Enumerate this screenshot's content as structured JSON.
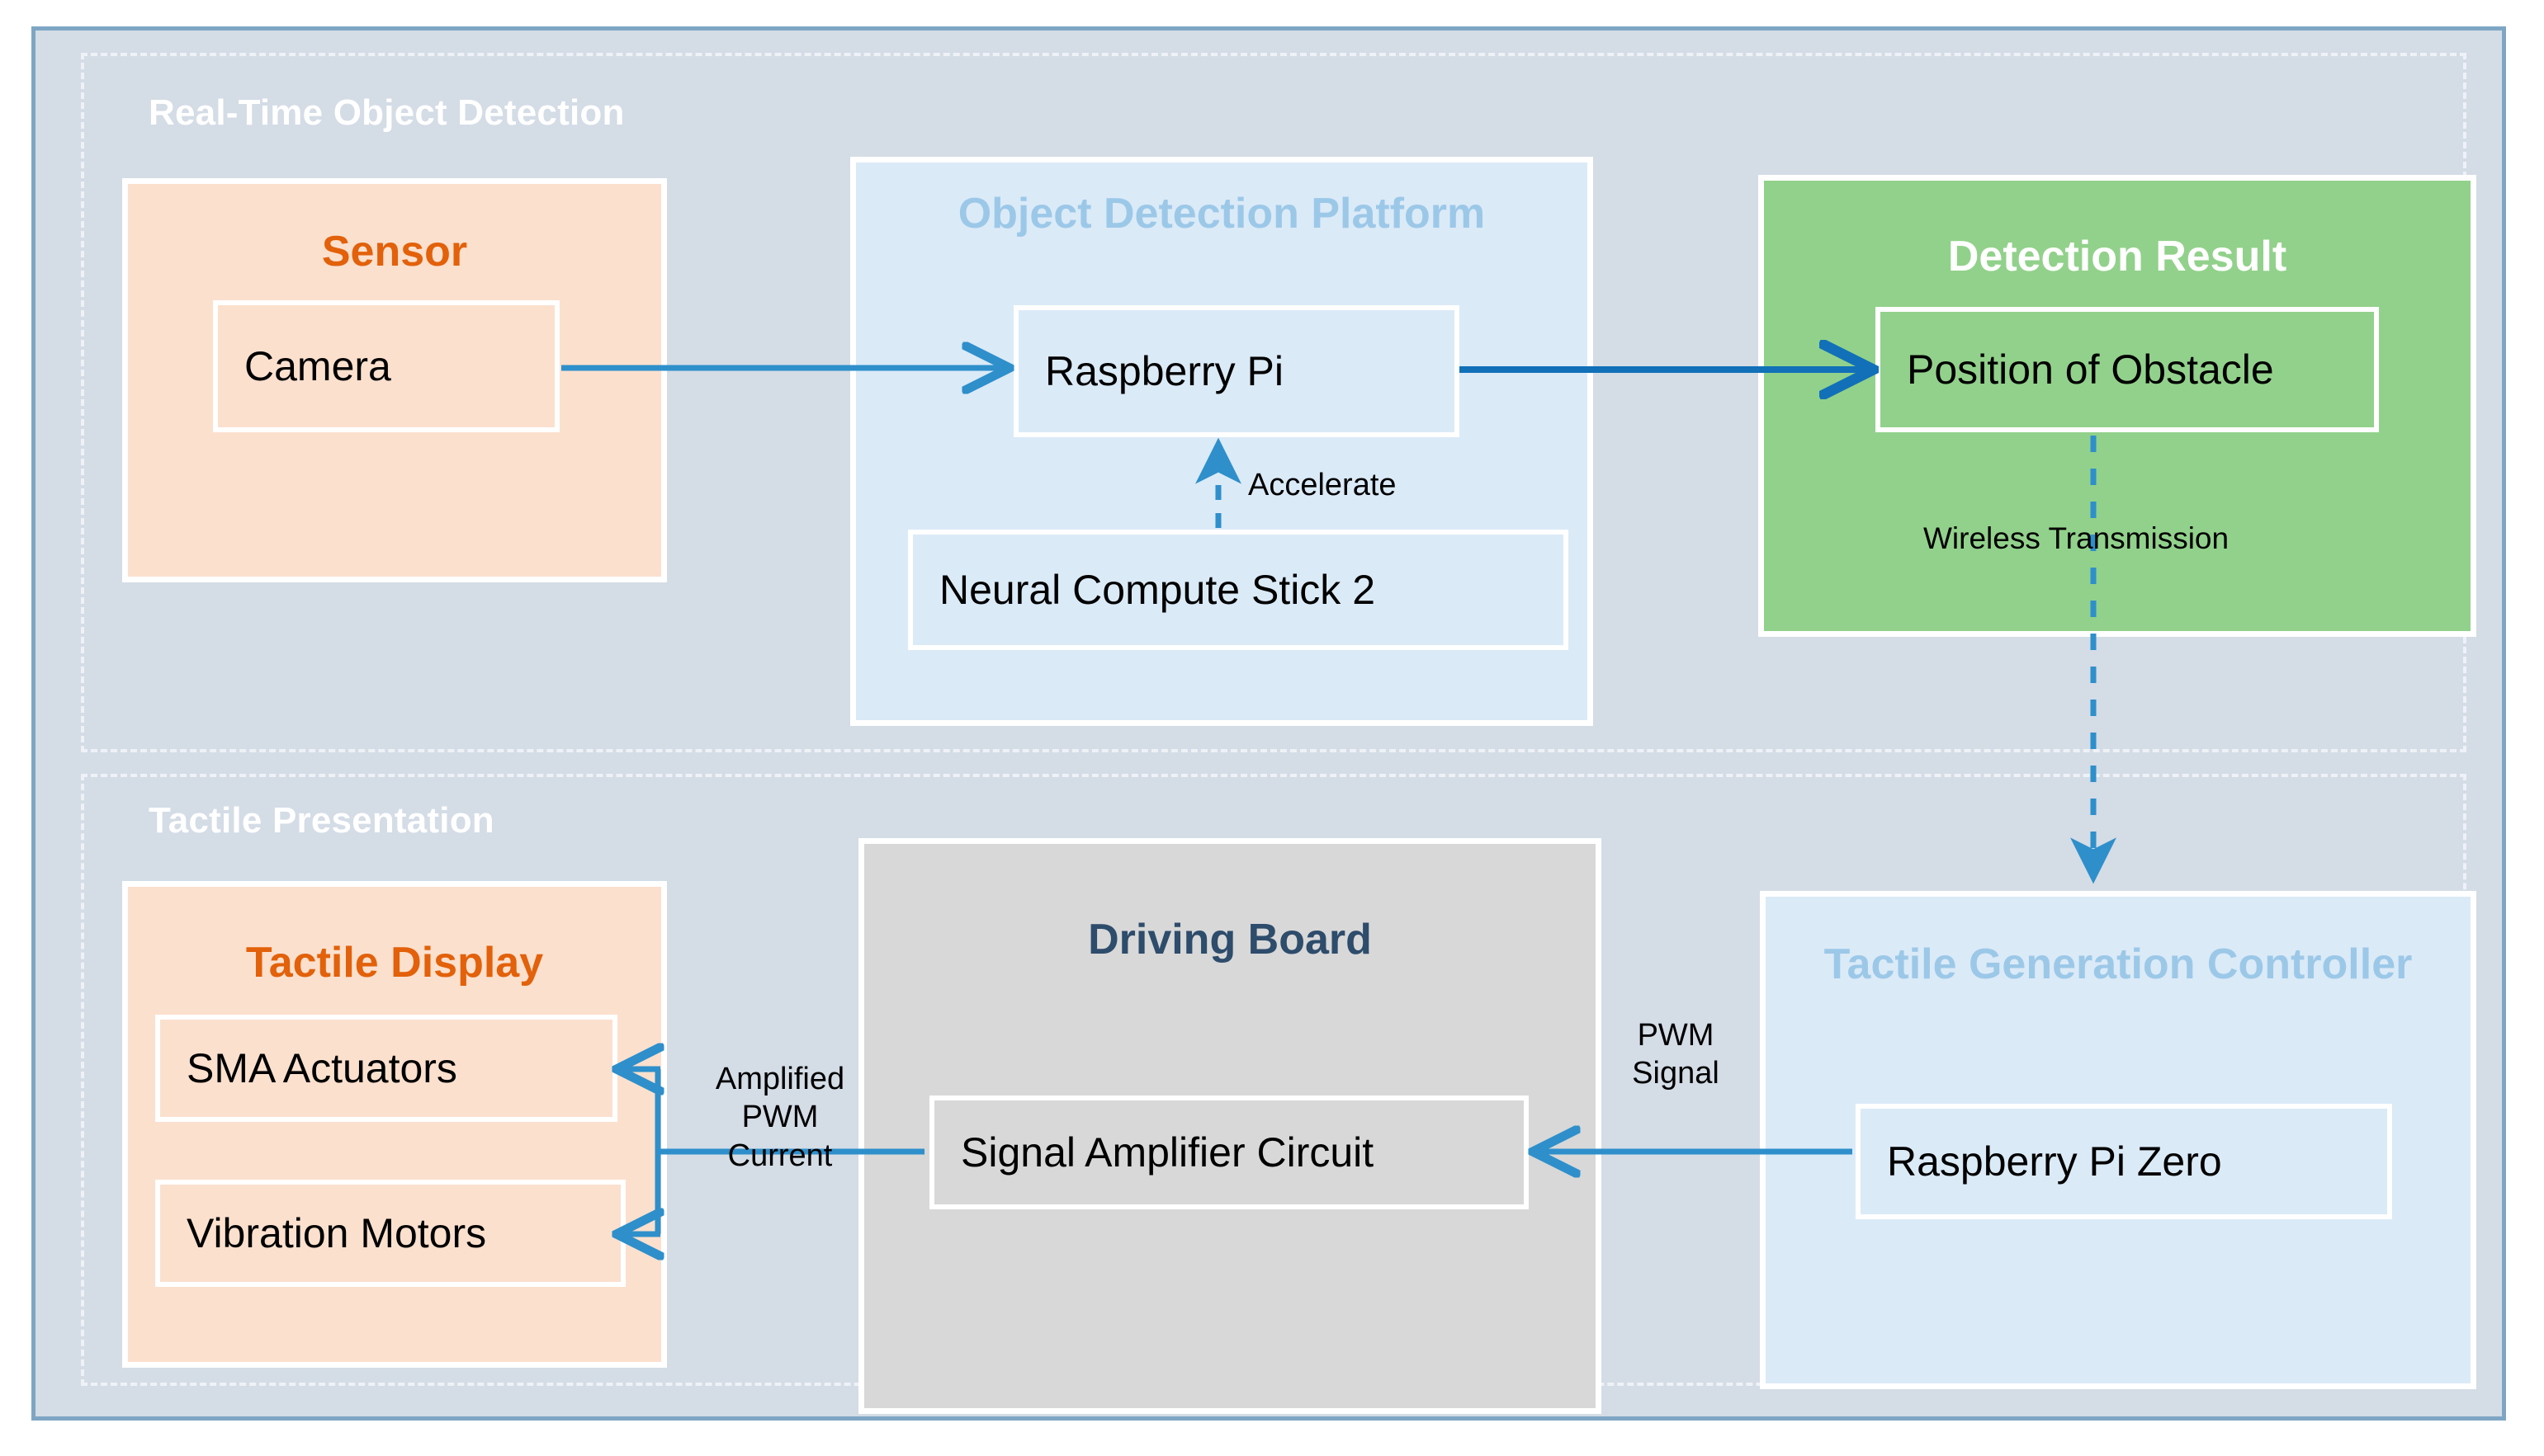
{
  "diagram": {
    "groups": [
      {
        "id": "detection",
        "title": "Real-Time Object Detection"
      },
      {
        "id": "tactile",
        "title": "Tactile Presentation"
      }
    ],
    "panels": [
      {
        "id": "sensor",
        "title": "Sensor",
        "color": "#FBE0CE",
        "title_color": "#E2610A"
      },
      {
        "id": "platform",
        "title": "Object Detection Platform",
        "color": "#DBEAF7",
        "title_color": "#9CC8E8"
      },
      {
        "id": "result",
        "title": "Detection Result",
        "color": "#92D18B",
        "title_color": "#FFFFFF"
      },
      {
        "id": "display",
        "title": "Tactile Display",
        "color": "#FBE0CE",
        "title_color": "#E2610A"
      },
      {
        "id": "driving",
        "title": "Driving Board",
        "color": "#D8D8D8",
        "title_color": "#2E4C6B"
      },
      {
        "id": "controller",
        "title": "Tactile Generation Controller",
        "color": "#DBEAF7",
        "title_color": "#9CC8E8"
      }
    ],
    "nodes": [
      {
        "id": "camera",
        "label": "Camera"
      },
      {
        "id": "rpi",
        "label": "Raspberry Pi"
      },
      {
        "id": "ncs2",
        "label": "Neural Compute Stick 2"
      },
      {
        "id": "position",
        "label": "Position of Obstacle"
      },
      {
        "id": "sma",
        "label": "SMA Actuators"
      },
      {
        "id": "vibration",
        "label": "Vibration Motors"
      },
      {
        "id": "amplifier",
        "label": "Signal Amplifier Circuit"
      },
      {
        "id": "rpizero",
        "label": "Raspberry Pi Zero"
      }
    ],
    "edges": [
      {
        "id": "camera-to-rpi",
        "label": "",
        "style": "solid",
        "color": "#2E8FCB"
      },
      {
        "id": "rpi-to-position",
        "label": "",
        "style": "solid",
        "color": "#1170B8"
      },
      {
        "id": "ncs2-to-rpi",
        "label": "Accelerate",
        "style": "dashed",
        "color": "#2E8FCB"
      },
      {
        "id": "position-to-controller",
        "label": "Wireless Transmission",
        "style": "dashed",
        "color": "#2E8FCB"
      },
      {
        "id": "rpizero-to-amplifier",
        "label": "PWM\nSignal",
        "style": "solid",
        "color": "#2E8FCB"
      },
      {
        "id": "amplifier-to-display",
        "label": "Amplified\nPWM\nCurrent",
        "style": "solid",
        "color": "#2E8FCB"
      }
    ],
    "edge_labels": {
      "accelerate": "Accelerate",
      "wireless_transmission": "Wireless Transmission",
      "pwm_signal_line1": "PWM",
      "pwm_signal_line2": "Signal",
      "amplified_line1": "Amplified",
      "amplified_line2": "PWM",
      "amplified_line3": "Current"
    },
    "colors": {
      "frame_border": "#7EA6C4",
      "frame_fill": "#D4DCE6",
      "dashed_border": "#EEF2F6",
      "arrow_light": "#2E8FCB",
      "arrow_dark": "#1170B8",
      "orange": "#E2610A",
      "green": "#92D18B",
      "light_blue": "#DBEAF7",
      "peach": "#FBE0CE",
      "gray": "#D8D8D8",
      "navy": "#2E4C6B",
      "pale_blue_text": "#9CC8E8"
    }
  }
}
